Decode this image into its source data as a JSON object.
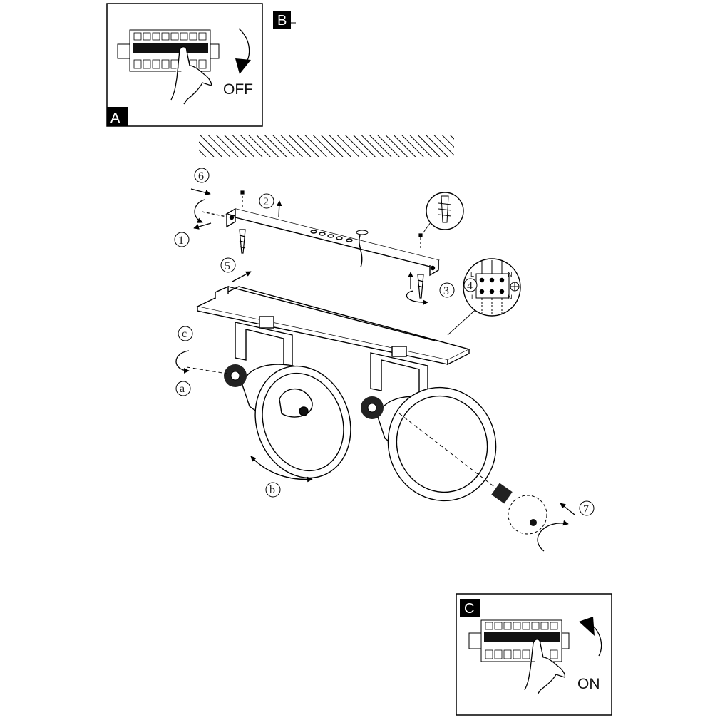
{
  "panel_a": {
    "tag": "A",
    "action": "OFF"
  },
  "panel_b": {
    "tag": "B"
  },
  "panel_c": {
    "tag": "C",
    "action": "ON"
  },
  "steps": [
    "1",
    "2",
    "3",
    "4",
    "5",
    "6",
    "7"
  ],
  "adjust_labels": [
    "a",
    "b",
    "c"
  ],
  "terminal_labels": {
    "live_top": "L",
    "neutral_top": "N",
    "live_bottom": "L",
    "neutral_bottom": "N"
  }
}
